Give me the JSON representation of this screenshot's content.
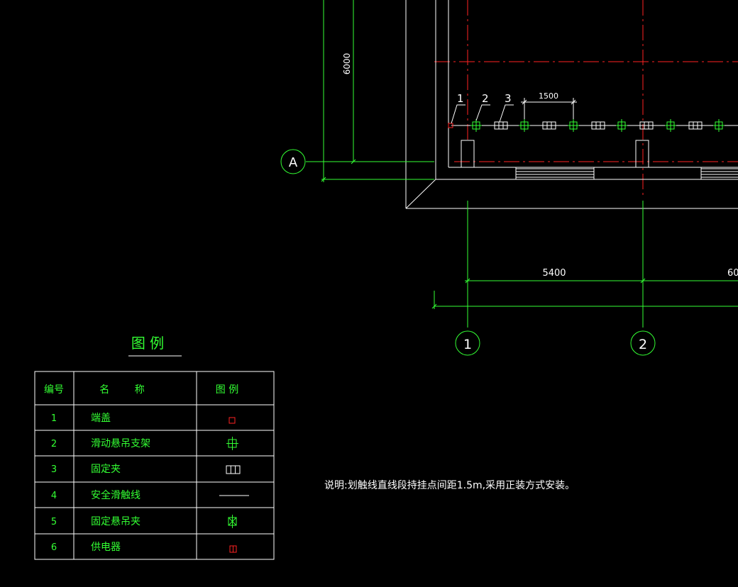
{
  "drawing": {
    "grid_bubbles": {
      "row_a": "A",
      "col_1": "1",
      "col_2": "2"
    },
    "dimensions": {
      "vertical": "6000",
      "bay_1": "5400",
      "bay_2_partial": "60",
      "support_spacing": "1500"
    },
    "callouts": [
      "1",
      "2",
      "3"
    ]
  },
  "legend": {
    "title": "图  例",
    "headers": {
      "number": "编号",
      "name": "名        称",
      "symbol": "图 例"
    },
    "rows": [
      {
        "no": "1",
        "name": "端盖",
        "symbol": "end-cap"
      },
      {
        "no": "2",
        "name": "滑动悬吊支架",
        "symbol": "sliding-hanger"
      },
      {
        "no": "3",
        "name": "固定夹",
        "symbol": "fixed-clamp"
      },
      {
        "no": "4",
        "name": "安全滑触线",
        "symbol": "trolley-line"
      },
      {
        "no": "5",
        "name": "固定悬吊夹",
        "symbol": "fixed-hanger-clamp"
      },
      {
        "no": "6",
        "name": "供电器",
        "symbol": "power-feeder"
      }
    ]
  },
  "note": "说明:划触线直线段持挂点间距1.5m,采用正装方式安装。",
  "colors": {
    "background": "#000000",
    "green": "#33ff33",
    "white": "#ffffff",
    "red": "#ff2222"
  }
}
